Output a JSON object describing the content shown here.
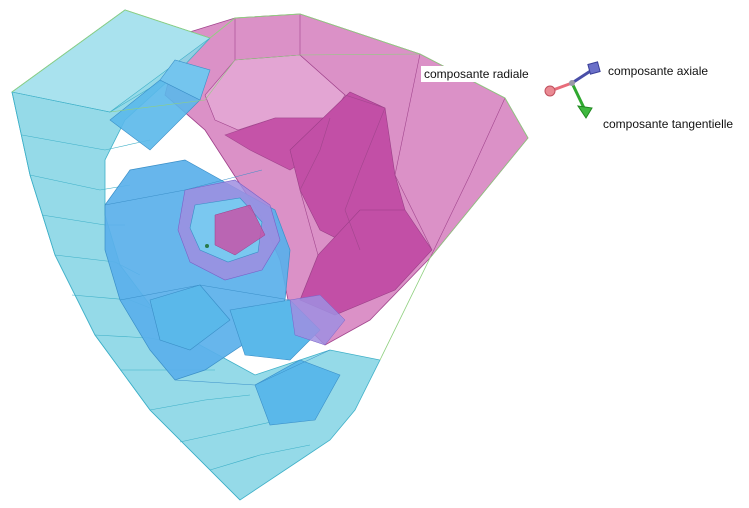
{
  "triad": {
    "radial_label": "composante radiale",
    "axial_label": "composante axiale",
    "tangential_label": "composante tangentielle",
    "colors": {
      "radial": "#e86c7a",
      "axial": "#4a4fa8",
      "tangential": "#2fa82f"
    }
  },
  "model": {
    "colors": {
      "cyan_fill": "#7fd6e6",
      "cyan_edge": "#3fb0c8",
      "blue_fill": "#5ab0ea",
      "magenta_fill": "#d77fbe",
      "magenta_dark": "#c24fa6",
      "magenta_edge": "#a2468e",
      "outline_green": "#8fd07f"
    }
  }
}
